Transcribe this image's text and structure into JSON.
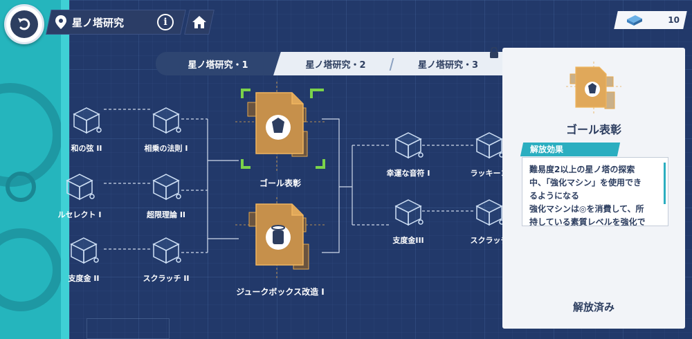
{
  "header": {
    "title": "星ノ塔研究",
    "info_symbol": "i",
    "currency_value": "10",
    "icons": [
      "back-icon",
      "location-pin-icon",
      "info-icon",
      "home-icon",
      "currency-blocks-icon"
    ]
  },
  "tabs": [
    {
      "label": "星ノ塔研究・1",
      "active": true
    },
    {
      "label": "星ノ塔研究・2",
      "active": false
    },
    {
      "label": "星ノ塔研究・3",
      "active": false,
      "locked": true
    }
  ],
  "tree": {
    "left_column": [
      "和の弦 II",
      "ルセレクト I",
      "支度金 II"
    ],
    "mid_column": [
      "相乗の法則 I",
      "超限理論 II",
      "スクラッチ II"
    ],
    "center": [
      "ゴール表彰",
      "ジュークボックス改造 I"
    ],
    "right_column": [
      "幸運な音符 I",
      "支度金III"
    ],
    "far_right": [
      "ラッキーコ",
      "スクラッチ"
    ]
  },
  "detail": {
    "name": "ゴール表彰",
    "effect_heading": "解放効果",
    "effect_text_lines": [
      "難易度2以上の星ノ塔の探索",
      "中、「強化マシン」を使用でき",
      "るようになる",
      "強化マシンは◎を消費して、所",
      "持している素質レベルを強化で"
    ],
    "status": "解放済み"
  },
  "colors": {
    "accent_teal": "#2baec0",
    "gold": "#e7a94d",
    "navy": "#2d3e60",
    "background": "#22396a"
  }
}
